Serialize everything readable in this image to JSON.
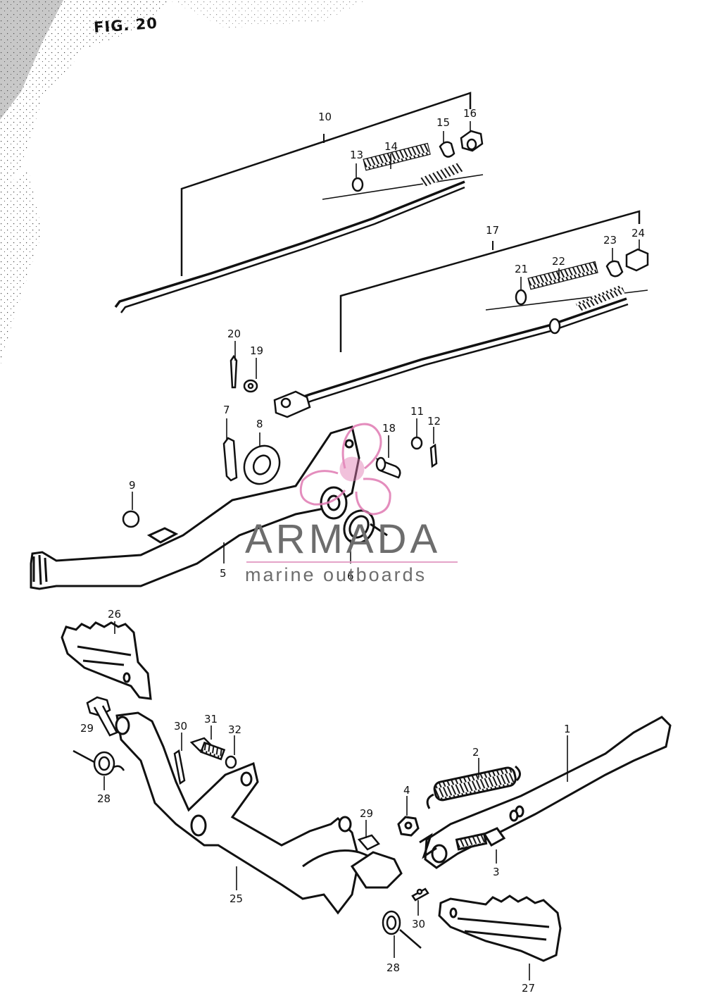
{
  "figure_label": "FIG. 20",
  "watermark": {
    "brand": "ARMADA",
    "tagline": "marine outboards",
    "accent_color": "#e07ab2",
    "text_color": "#6d6d6d"
  },
  "callouts": {
    "c1": "1",
    "c2": "2",
    "c3": "3",
    "c4": "4",
    "c5": "5",
    "c6": "6",
    "c7": "7",
    "c8": "8",
    "c9": "9",
    "c10": "10",
    "c11": "11",
    "c12": "12",
    "c13": "13",
    "c14": "14",
    "c15": "15",
    "c16": "16",
    "c17": "17",
    "c18": "18",
    "c19": "19",
    "c20": "20",
    "c21": "21",
    "c22": "22",
    "c23": "23",
    "c24": "24",
    "c25": "25",
    "c26": "26",
    "c27": "27",
    "c28a": "28",
    "c28b": "28",
    "c29a": "29",
    "c29b": "29",
    "c30a": "30",
    "c30b": "30",
    "c31": "31",
    "c32": "32"
  }
}
